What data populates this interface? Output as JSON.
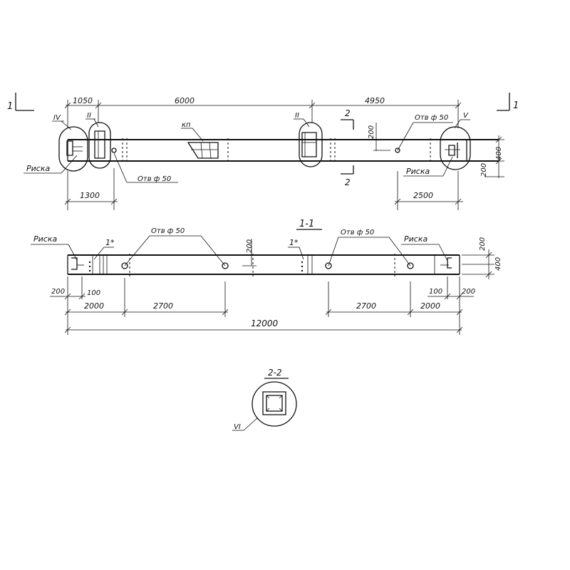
{
  "colors": {
    "ink": "#111111",
    "paper": "#ffffff"
  },
  "plan": {
    "section_mark_left": "1",
    "section_mark_right": "1",
    "dim_top": [
      "1050",
      "6000",
      "4950"
    ],
    "node_labels": [
      "IV",
      "II",
      "II",
      "V"
    ],
    "section_2_top": "2",
    "section_2_bottom": "2",
    "kp_label": "кп",
    "hole_left": "Отв ф 50",
    "hole_right": "Отв ф 50",
    "dim_vertical_200": "200",
    "dim_right_400": "400",
    "dim_right_200": "200",
    "risk_left": "Риска",
    "risk_right": "Риска",
    "dim_bottom_left": "1300",
    "dim_bottom_right": "2500"
  },
  "elevation": {
    "title": "1-1",
    "risk_label": "Риска",
    "risk_label_right": "Риска",
    "star_left": "1*",
    "star_right": "1*",
    "hole_left": "Отв ф 50",
    "hole_right": "Отв ф 50",
    "dim_mid_200": "200",
    "dim_right_200": "200",
    "dim_right_400": "400",
    "dim_l_200": "200",
    "dim_l_100": "100",
    "dim_r_100": "100",
    "dim_r_200": "200",
    "dim_l_2000": "2000",
    "dim_l_2700": "2700",
    "dim_r_2700": "2700",
    "dim_r_2000": "2000",
    "dim_total": "12000"
  },
  "section22": {
    "title": "2-2",
    "node_label": "VI"
  }
}
